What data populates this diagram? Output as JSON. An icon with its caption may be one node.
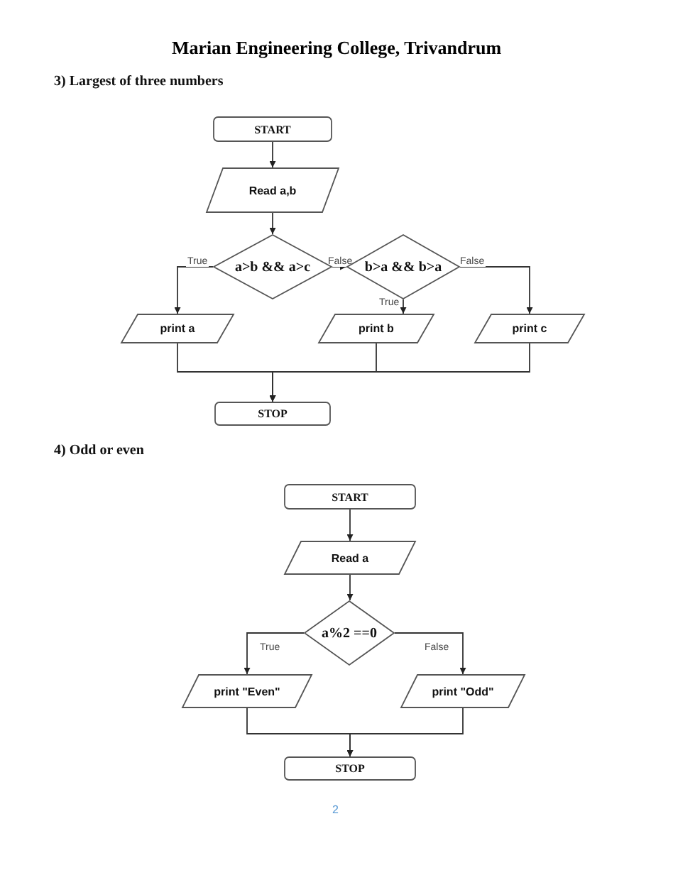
{
  "diagram": {
    "title": "Marian Engineering College, Trivandrum",
    "nodes": [
      {
        "text": [
          "START"
        ]
      },
      {
        "text": [
          "Read a,b"
        ]
      },
      {
        "text": [
          "a>b && a>c"
        ]
      },
      {
        "text": [
          "b>a && b>a"
        ]
      },
      {
        "text": [
          "print a"
        ]
      },
      {
        "text": [
          "print b"
        ]
      },
      {
        "text": [
          "print c"
        ]
      },
      {
        "text": [
          "STOP"
        ]
      },
      {
        "text": [
          "START"
        ]
      },
      {
        "text": [
          "Read a"
        ]
      },
      {
        "text": [
          "a%2 ==0"
        ]
      },
      {
        "text": [
          "print \"Even\""
        ]
      },
      {
        "text": [
          "print \"Odd\""
        ]
      },
      {
        "text": [
          "STOP"
        ]
      }
    ],
    "edges": [
      {
        "from": 0,
        "to": 1,
        "arrow": "to"
      },
      {
        "from": 1,
        "to": 2,
        "arrow": "to"
      },
      {
        "from": 2,
        "to": 4,
        "arrow": "to",
        "label": "True"
      },
      {
        "from": 2,
        "to": 3,
        "arrow": "to",
        "label": "False"
      },
      {
        "from": 3,
        "to": 5,
        "arrow": "to",
        "label": "True"
      },
      {
        "from": 3,
        "to": 6,
        "arrow": "to",
        "label": "False"
      },
      {
        "from": 4,
        "to": 7,
        "arrow": "to"
      },
      {
        "from": 5,
        "to": 7,
        "arrow": "to"
      },
      {
        "from": 6,
        "to": 7,
        "arrow": "to"
      },
      {
        "from": 8,
        "to": 9,
        "arrow": "to"
      },
      {
        "from": 9,
        "to": 10,
        "arrow": "to"
      },
      {
        "from": 10,
        "to": 11,
        "arrow": "to",
        "label": "True"
      },
      {
        "from": 10,
        "to": 12,
        "arrow": "to",
        "label": "False"
      },
      {
        "from": 11,
        "to": 13,
        "arrow": "to"
      },
      {
        "from": 12,
        "to": 13,
        "arrow": "to"
      }
    ],
    "labels": [
      "3)  Largest of three numbers",
      "4)  Odd or even",
      "2"
    ]
  }
}
